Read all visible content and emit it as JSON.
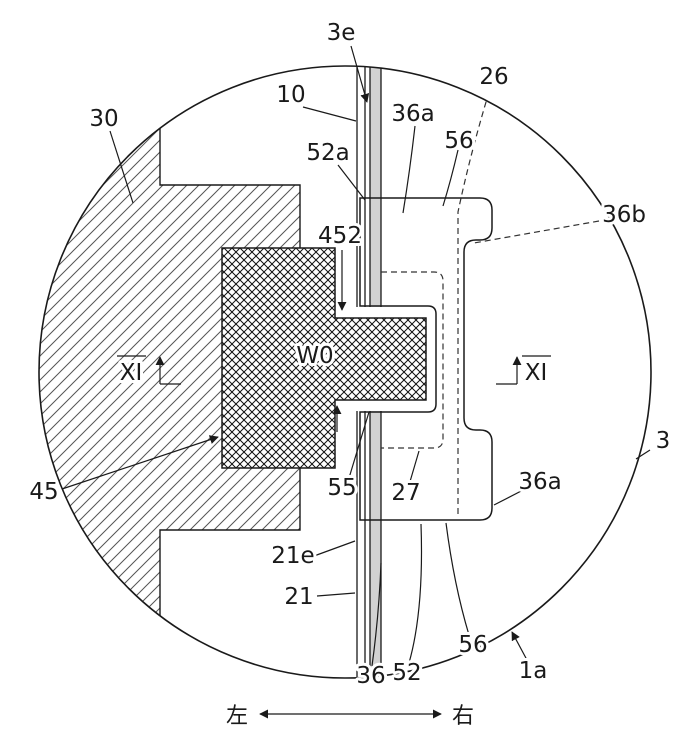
{
  "figure": {
    "kind": "patent-detail-cross-section",
    "labels": {
      "l3e": "3e",
      "l10": "10",
      "l30": "30",
      "l52a": "52a",
      "l452": "452",
      "l26": "26",
      "l36a_top": "36a",
      "l56_top": "56",
      "l36b": "36b",
      "l3": "3",
      "lW0": "W0",
      "lXI_left": "XI",
      "lXI_right": "XI",
      "l45": "45",
      "l55": "55",
      "l27": "27",
      "l36a_right": "36a",
      "l21e": "21e",
      "l21": "21",
      "l36": "36",
      "l52": "52",
      "l56_bottom": "56",
      "l1a": "1a"
    },
    "legend": {
      "left": "左",
      "right": "右"
    },
    "colors": {
      "line": "#1a1a1a",
      "panel_band": "#d2d2d2",
      "background": "#ffffff"
    }
  }
}
